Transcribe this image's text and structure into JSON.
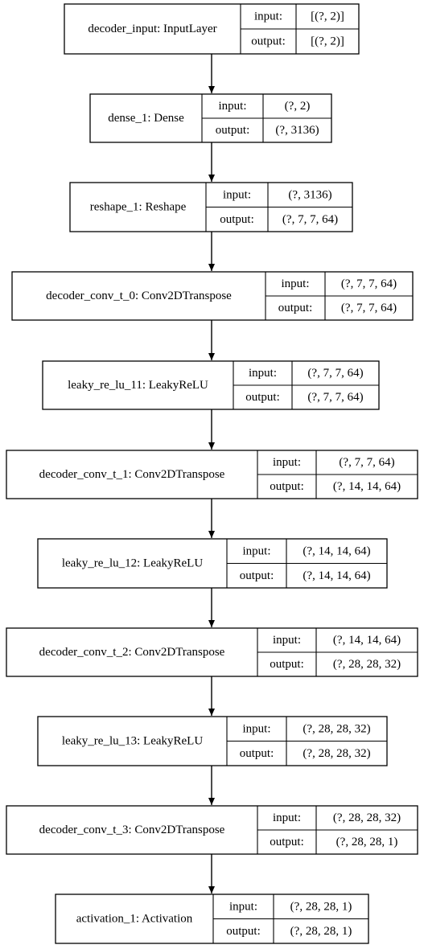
{
  "input_label": "input:",
  "output_label": "output:",
  "nodes": [
    {
      "name": "decoder_input: InputLayer",
      "input": "[(?, 2)]",
      "output": "[(?, 2)]"
    },
    {
      "name": "dense_1: Dense",
      "input": "(?, 2)",
      "output": "(?, 3136)"
    },
    {
      "name": "reshape_1: Reshape",
      "input": "(?, 3136)",
      "output": "(?, 7, 7, 64)"
    },
    {
      "name": "decoder_conv_t_0: Conv2DTranspose",
      "input": "(?, 7, 7, 64)",
      "output": "(?, 7, 7, 64)"
    },
    {
      "name": "leaky_re_lu_11: LeakyReLU",
      "input": "(?, 7, 7, 64)",
      "output": "(?, 7, 7, 64)"
    },
    {
      "name": "decoder_conv_t_1: Conv2DTranspose",
      "input": "(?, 7, 7, 64)",
      "output": "(?, 14, 14, 64)"
    },
    {
      "name": "leaky_re_lu_12: LeakyReLU",
      "input": "(?, 14, 14, 64)",
      "output": "(?, 14, 14, 64)"
    },
    {
      "name": "decoder_conv_t_2: Conv2DTranspose",
      "input": "(?, 14, 14, 64)",
      "output": "(?, 28, 28, 32)"
    },
    {
      "name": "leaky_re_lu_13: LeakyReLU",
      "input": "(?, 28, 28, 32)",
      "output": "(?, 28, 28, 32)"
    },
    {
      "name": "decoder_conv_t_3: Conv2DTranspose",
      "input": "(?, 28, 28, 32)",
      "output": "(?, 28, 28, 1)"
    },
    {
      "name": "activation_1: Activation",
      "input": "(?, 28, 28, 1)",
      "output": "(?, 28, 28, 1)"
    }
  ]
}
